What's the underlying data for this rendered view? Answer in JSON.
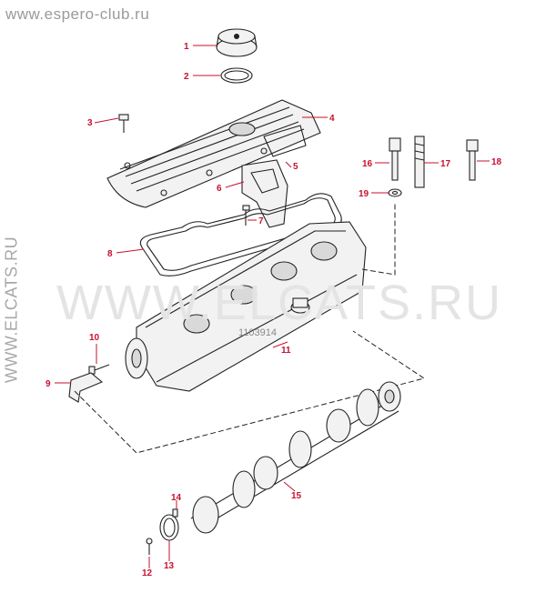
{
  "watermarks": {
    "top": "www.espero-club.ru",
    "side": "WWW.ELCATS.RU",
    "center": "WWW.ELCATS.RU"
  },
  "drawing_code": "1103914",
  "callouts": [
    {
      "id": "1"
    },
    {
      "id": "2"
    },
    {
      "id": "3"
    },
    {
      "id": "4"
    },
    {
      "id": "5"
    },
    {
      "id": "6"
    },
    {
      "id": "7"
    },
    {
      "id": "8"
    },
    {
      "id": "9"
    },
    {
      "id": "10"
    },
    {
      "id": "11"
    },
    {
      "id": "12"
    },
    {
      "id": "13"
    },
    {
      "id": "14"
    },
    {
      "id": "15"
    },
    {
      "id": "16"
    },
    {
      "id": "17"
    },
    {
      "id": "18"
    },
    {
      "id": "19"
    }
  ],
  "colors": {
    "callout": "#c8102e",
    "line": "#222222",
    "watermark": "#9a9a9a"
  }
}
